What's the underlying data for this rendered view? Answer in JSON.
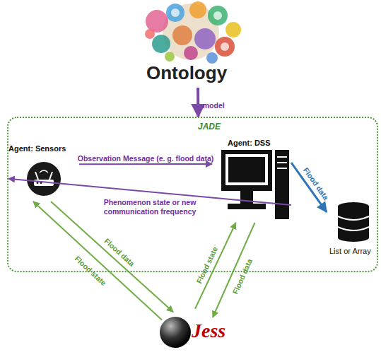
{
  "diagram": {
    "nodes": [
      {
        "text": [
          "Ontology"
        ]
      },
      {
        "text": [
          "JADE"
        ]
      },
      {
        "text": [
          "Agent: Sensors"
        ],
        "in": 1
      },
      {
        "text": [
          "Agent: DSS"
        ],
        "in": 1
      },
      {
        "text": [
          "List or Array"
        ],
        "in": 1
      },
      {
        "text": [
          "Jess"
        ]
      }
    ],
    "edges": [
      {
        "from": 0,
        "to": 1,
        "label": "model",
        "arrow": "to"
      },
      {
        "from": 2,
        "to": 3,
        "label": "Observation Message (e. g. flood data)",
        "arrow": "to"
      },
      {
        "from": 3,
        "to": 2,
        "label": "Phenomenon state or new communication frequency",
        "arrow": "to"
      },
      {
        "from": 3,
        "to": 4,
        "label": "Flood data",
        "arrow": "to"
      },
      {
        "from": 2,
        "to": 5,
        "label": "Flood data",
        "arrow": "to"
      },
      {
        "from": 5,
        "to": 2,
        "label": "Flood state",
        "arrow": "to"
      },
      {
        "from": 5,
        "to": 3,
        "label": "Flood state",
        "arrow": "to"
      },
      {
        "from": 3,
        "to": 5,
        "label": "Flood data",
        "arrow": "to"
      }
    ]
  }
}
